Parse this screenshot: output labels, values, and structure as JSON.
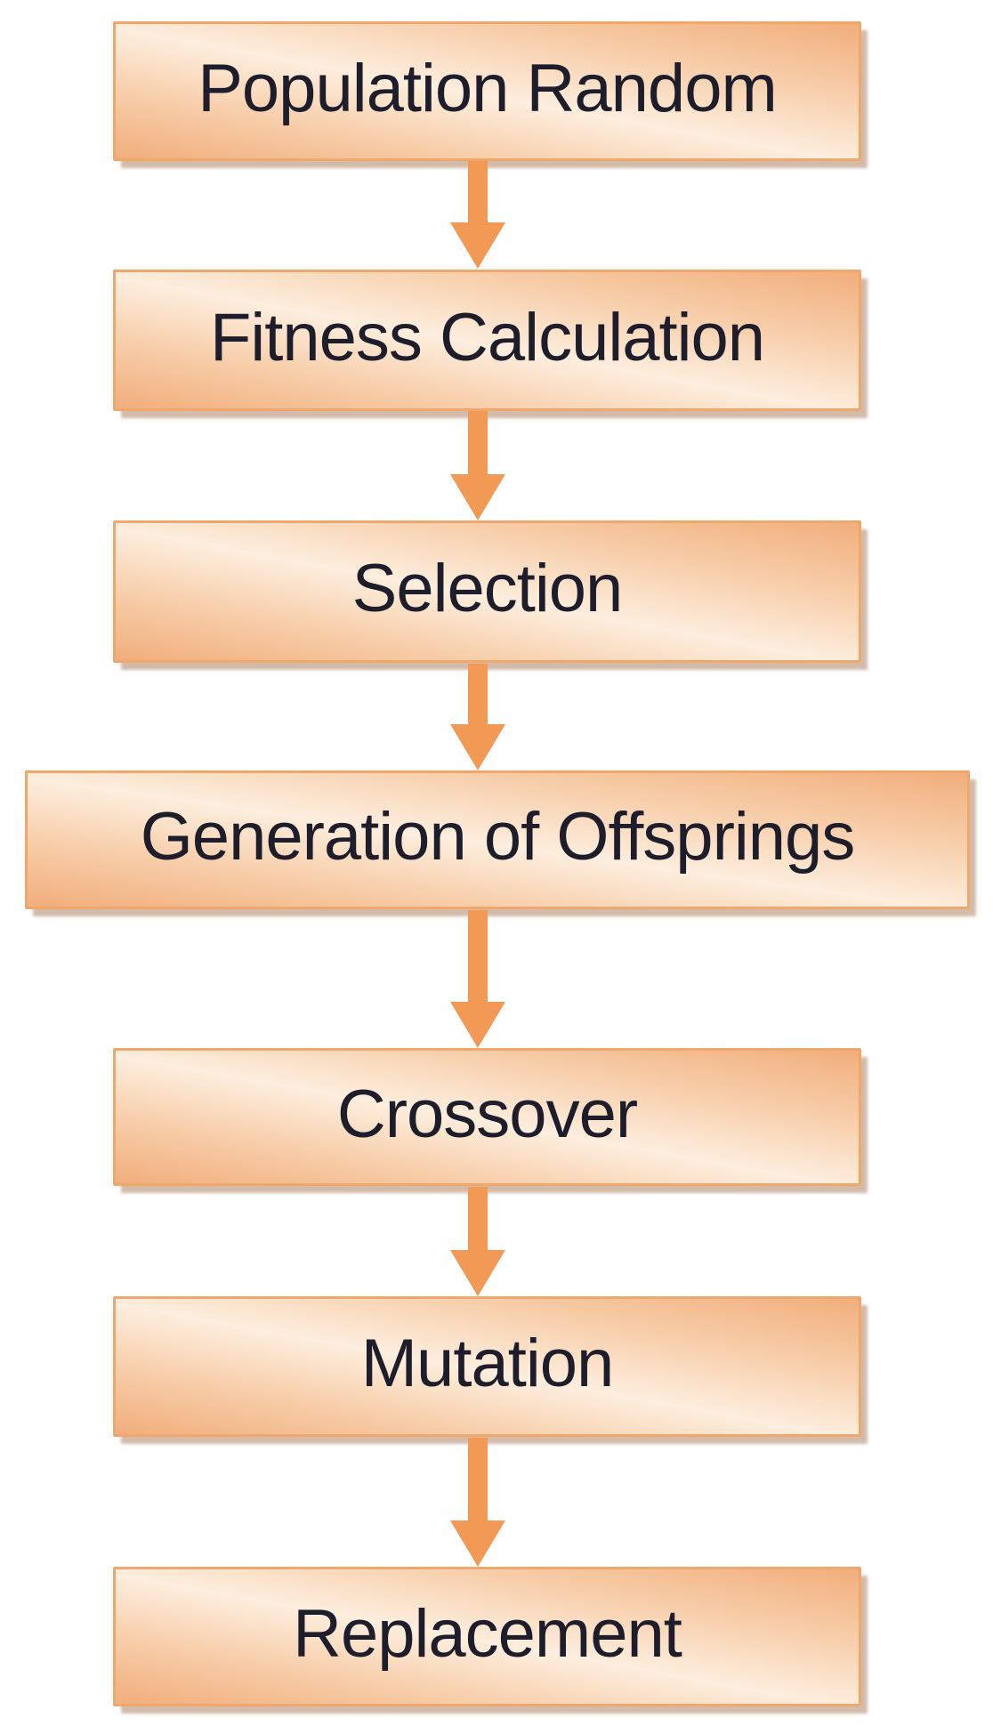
{
  "flowchart": {
    "type": "vertical-flow",
    "arrow_direction": "down",
    "steps": [
      {
        "label": "Population Random"
      },
      {
        "label": "Fitness Calculation"
      },
      {
        "label": "Selection"
      },
      {
        "label": "Generation of Offsprings"
      },
      {
        "label": "Crossover"
      },
      {
        "label": "Mutation"
      },
      {
        "label": "Replacement"
      }
    ],
    "colors": {
      "box_border": "#efa76b",
      "box_gradient_dark": "#f1ae7c",
      "box_gradient_light": "#fdeede",
      "arrow": "#f29a55",
      "text": "#1d1d2b",
      "shadow": "#ae8363",
      "background": "#ffffff"
    }
  }
}
